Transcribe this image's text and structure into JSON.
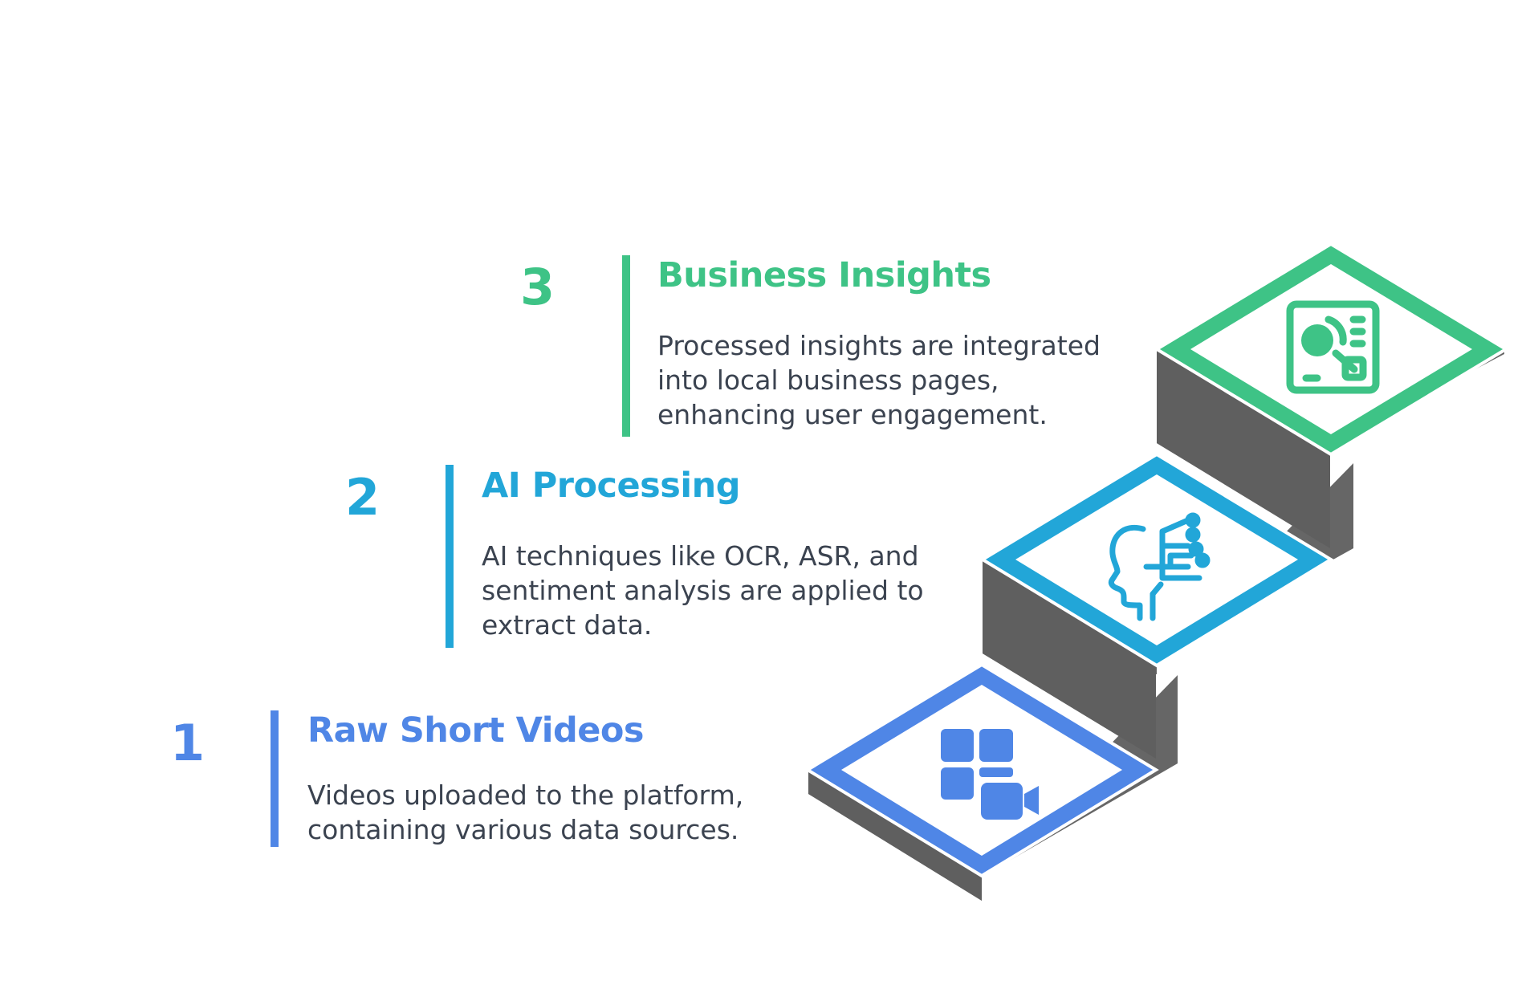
{
  "colors": {
    "step1": "#4f86e6",
    "step2": "#22a6d8",
    "step3": "#3ec386",
    "riser": "#666666",
    "text": "#3b4350"
  },
  "steps": [
    {
      "number": "1",
      "title": "Raw Short Videos",
      "description": [
        "Videos uploaded to the platform,",
        "containing various data sources."
      ],
      "icon": "video-grid-icon"
    },
    {
      "number": "2",
      "title": "AI Processing",
      "description": [
        "AI techniques like OCR, ASR, and",
        "sentiment analysis are applied to",
        "extract data."
      ],
      "icon": "ai-head-circuit-icon"
    },
    {
      "number": "3",
      "title": "Business Insights",
      "description": [
        "Processed insights are integrated",
        "into local business pages,",
        "enhancing user engagement."
      ],
      "icon": "dashboard-insights-icon"
    }
  ]
}
